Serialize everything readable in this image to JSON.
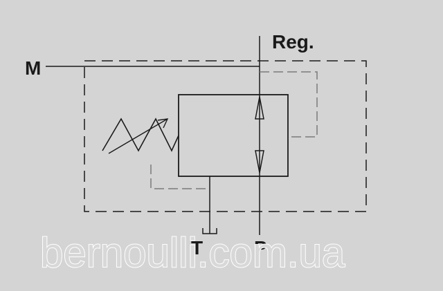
{
  "ports": {
    "m": "M",
    "reg": "Reg.",
    "t": "T",
    "p": "P"
  },
  "watermark": "bernoulli.com.ua",
  "colors": {
    "background": "#d4d4d4",
    "line": "#1a1a1a",
    "pilot_line": "#7a7a7a",
    "watermark_outline": "#ffffff"
  }
}
